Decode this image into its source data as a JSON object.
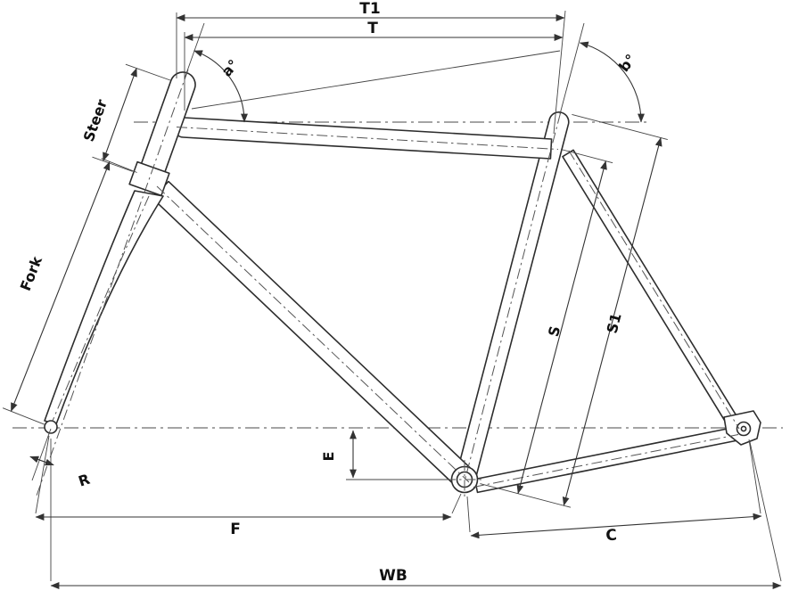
{
  "labels": {
    "top_tube_horizontal": "T1",
    "top_tube": "T",
    "head_angle": "a°",
    "seat_angle": "b°",
    "steerer": "Steer",
    "fork": "Fork",
    "seat_tube": "S",
    "seat_tube_full": "S1",
    "bb_drop": "E",
    "rake": "R",
    "front_center": "F",
    "chainstay": "C",
    "wheelbase": "WB"
  },
  "colors": {
    "frame_line": "#2d2d2d",
    "dimension_line": "#333333",
    "centerline": "#555555",
    "label_text": "#111111",
    "background": "#ffffff"
  }
}
